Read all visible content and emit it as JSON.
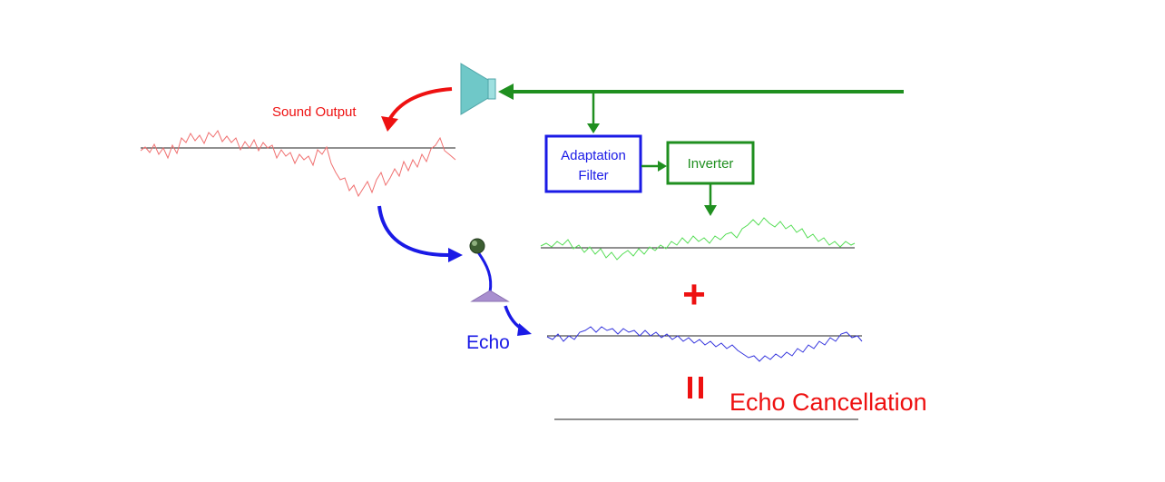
{
  "labels": {
    "sound_output": "Sound Output",
    "adaptation_line1": "Adaptation",
    "adaptation_line2": "Filter",
    "inverter": "Inverter",
    "echo": "Echo",
    "plus": "+",
    "equals": "=",
    "echo_cancellation": "Echo Cancellation"
  },
  "colors": {
    "signal_path": "#1f8f1f",
    "sound_output": "#ee1111",
    "echo": "#1a1ae6",
    "adaptation_border": "#1a1ae6",
    "inverter_border": "#1f8f1f",
    "baseline": "#222222",
    "speaker": "#6fc8c8",
    "microphone": "#a98fcf",
    "mic_head": "#3d5e32"
  },
  "icons": [
    "speaker-icon",
    "microphone-icon"
  ]
}
